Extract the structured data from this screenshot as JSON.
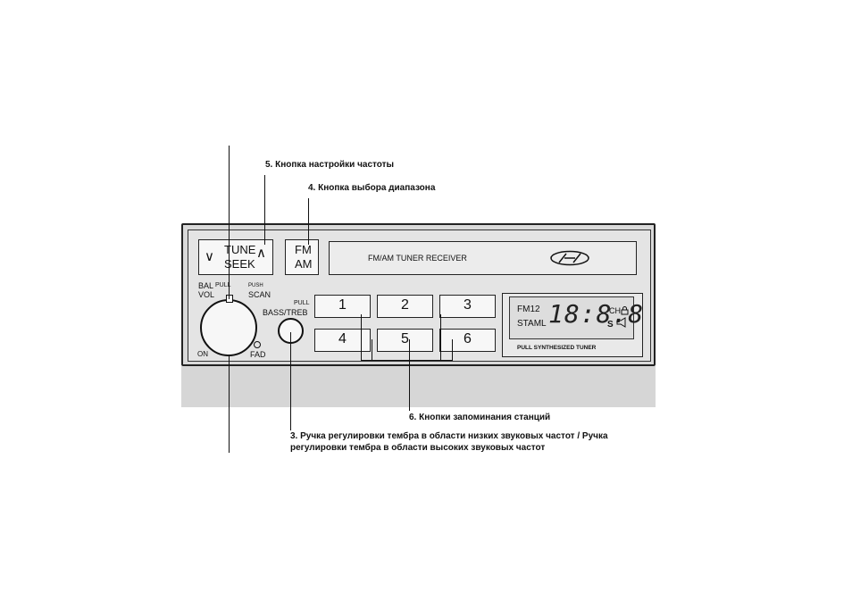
{
  "callouts": {
    "c5": "5. Кнопка настройки частоты",
    "c4": "4. Кнопка выбора диапазона",
    "c6": "6. Кнопки запоминания станций",
    "c3_line1": "3. Ручка регулировки тембра в области низких звуковых частот / Ручка",
    "c3_line2": "регулировки тембра в области высоких звуковых частот"
  },
  "radio": {
    "tune_label": "TUNE",
    "seek_label": "SEEK",
    "arrow_down": "∨",
    "arrow_up": "∧",
    "fm_label": "FM",
    "am_label": "AM",
    "receiver_label": "FM/AM TUNER RECEIVER",
    "bal_label": "BAL",
    "pull_label_1": "PULL",
    "vol_label": "VOL",
    "push_label": "PUSH",
    "scan_label": "SCAN",
    "pull_label_2": "PULL",
    "bass_treb_label": "BASS/TREB",
    "on_label": "ON",
    "fad_label": "FAD",
    "presets": [
      "1",
      "2",
      "3",
      "4",
      "5",
      "6"
    ],
    "lcd": {
      "fm12": "FM12",
      "staml": "STAML",
      "digits": "18:8.8",
      "ch": "CH",
      "s": "S",
      "bottom": "PULL SYNTHESIZED TUNER"
    }
  }
}
